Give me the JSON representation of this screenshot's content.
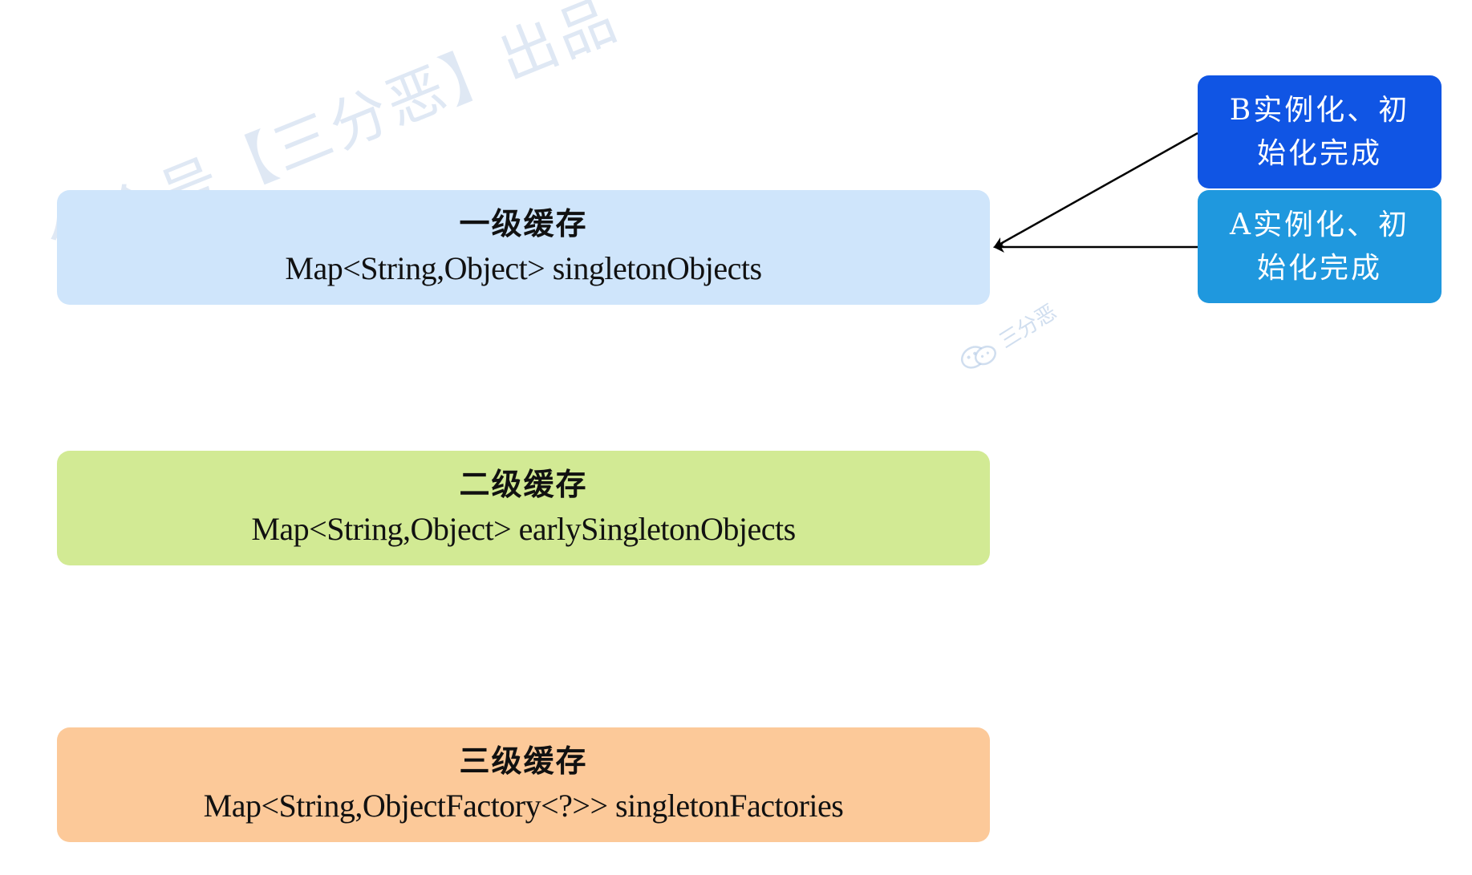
{
  "caches": [
    {
      "title": "一级缓存",
      "code": "Map<String,Object> singletonObjects",
      "color": "#cfe5fb"
    },
    {
      "title": "二级缓存",
      "code": "Map<String,Object> earlySingletonObjects",
      "color": "#d2ea94"
    },
    {
      "title": "三级缓存",
      "code": "Map<String,ObjectFactory<?>> singletonFactories",
      "color": "#fcc999"
    }
  ],
  "states": [
    {
      "line1": "B实例化、初",
      "line2": "始化完成",
      "color": "#1055e4"
    },
    {
      "line1": "A实例化、初",
      "line2": "始化完成",
      "color": "#1f98de"
    }
  ],
  "watermarks": {
    "main": "公众号【三分恶】出品",
    "small": "三分恶",
    "small_icon": "wechat-icon"
  },
  "arrow_color": "#000000"
}
